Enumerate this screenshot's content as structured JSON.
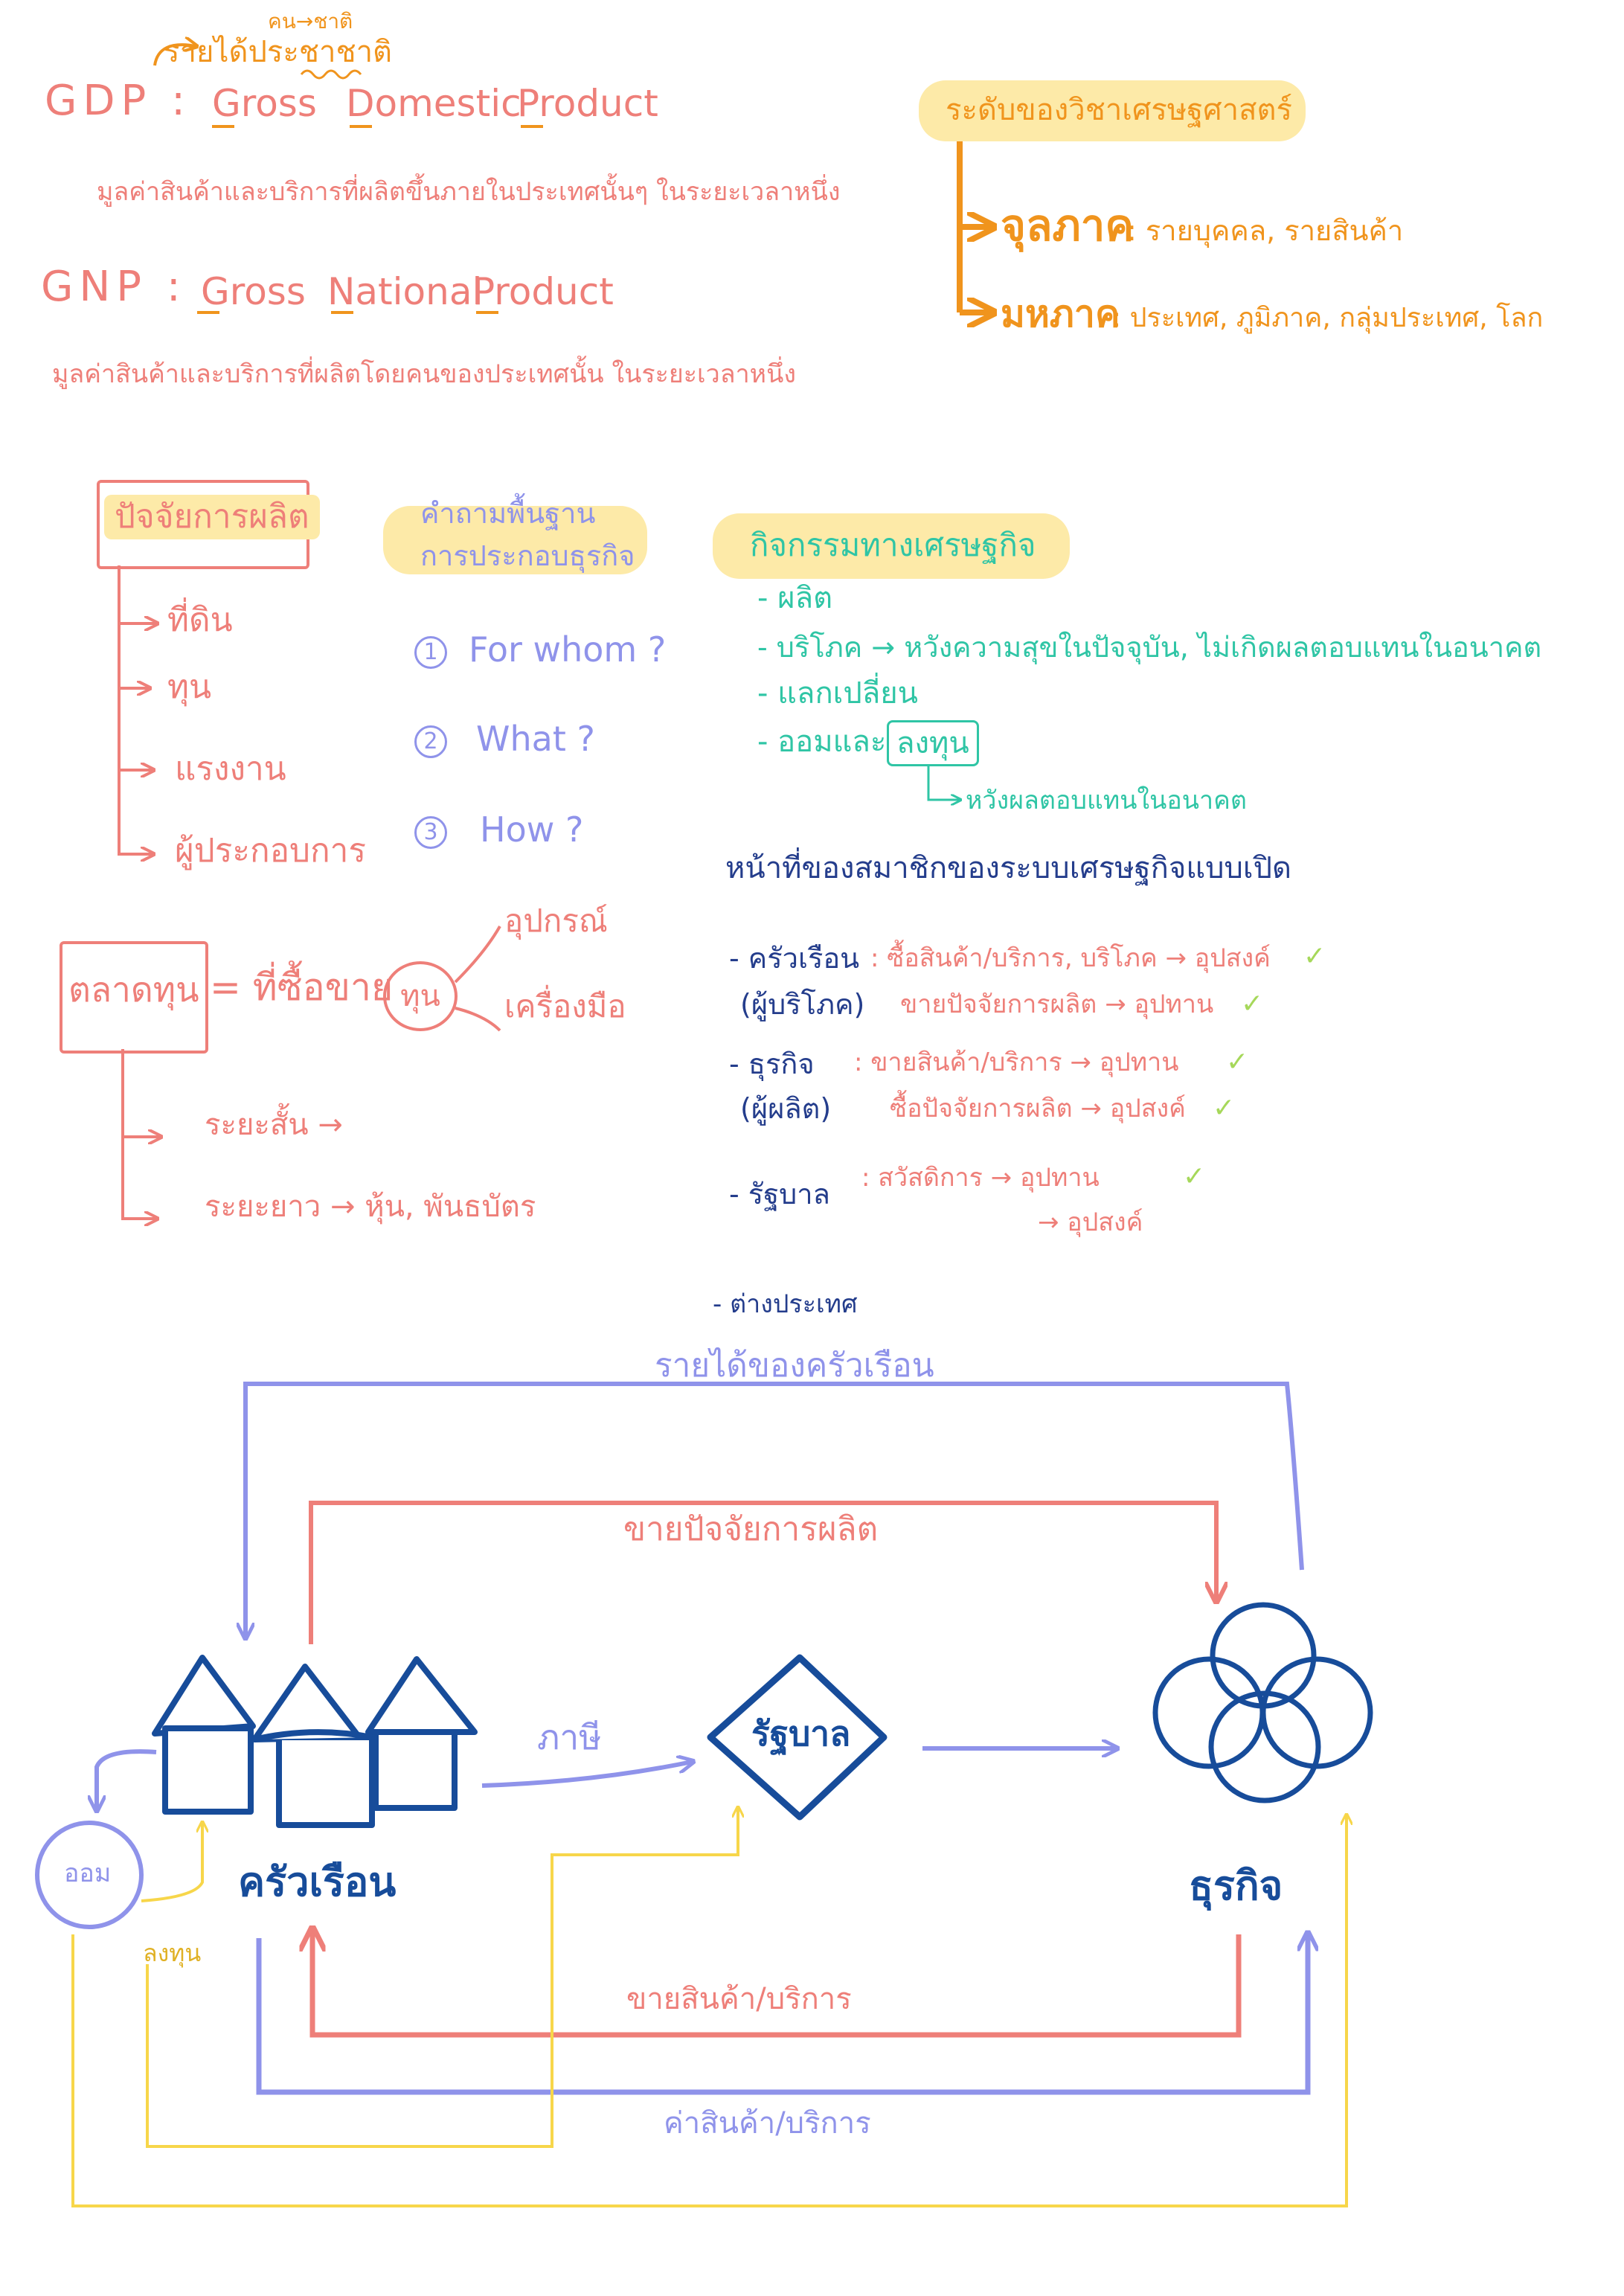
{
  "gdp": {
    "income_note": "รายได้ประชาชาติ",
    "note_top": "คน→ชาติ",
    "label": "GDP :",
    "words": [
      "Gross",
      "Domestic",
      "Product"
    ],
    "definition": "มูลค่าสินค้าและบริการที่ผลิตขึ้นภายในประเทศนั้นๆ ในระยะเวลาหนึ่ง"
  },
  "gnp": {
    "label": "GNP :",
    "words": [
      "Gross",
      "National",
      "Product"
    ],
    "definition": "มูลค่าสินค้าและบริการที่ผลิตโดยคนของประเทศนั้น ในระยะเวลาหนึ่ง"
  },
  "levels": {
    "title": "ระดับของวิชาเศรษฐศาสตร์",
    "micro_title": "จุลภาค",
    "micro_desc": ": รายบุคคล, รายสินค้า",
    "macro_title": "มหภาค",
    "macro_desc": ": ประเทศ, ภูมิภาค, กลุ่มประเทศ, โลก"
  },
  "factors": {
    "title": "ปัจจัยการผลิต",
    "items": [
      "ที่ดิน",
      "ทุน",
      "แรงงาน",
      "ผู้ประกอบการ"
    ]
  },
  "questions": {
    "title_line1": "คำถามพื้นฐาน",
    "title_line2": "การประกอบธุรกิจ",
    "items": [
      {
        "num": "1",
        "text": "For whom ?"
      },
      {
        "num": "2",
        "text": "What ?"
      },
      {
        "num": "3",
        "text": "How ?"
      }
    ]
  },
  "capital_market": {
    "title": "ตลาดทุน",
    "equals": "= ที่ซื้อขาย",
    "capital": "ทุน",
    "branch_1": "อุปกรณ์",
    "branch_2": "เครื่องมือ",
    "short_term": "ระยะสั้น →",
    "long_term": "ระยะยาว → หุ้น, พันธบัตร"
  },
  "activities": {
    "title": "กิจกรรมทางเศรษฐกิจ",
    "items": [
      "- ผลิต",
      "- บริโภค → หวังความสุขในปัจจุบัน, ไม่เกิดผลตอบแทนในอนาคต",
      "- แลกเปลี่ยน"
    ],
    "save_invest_prefix": "- ออมและ",
    "invest": "ลงทุน",
    "invest_note": "หวังผลตอบแทนในอนาคต"
  },
  "members": {
    "title": "หน้าที่ของสมาชิกของระบบเศรษฐกิจแบบเปิด",
    "household_1": "- ครัวเรือน",
    "household_2": "(ผู้บริโภค)",
    "household_role_1": ": ซื้อสินค้า/บริการ, บริโภค → อุปสงค์",
    "household_role_2": "ขายปัจจัยการผลิต → อุปทาน",
    "business_1": "- ธุรกิจ",
    "business_2": "(ผู้ผลิต)",
    "business_role_1": ": ขายสินค้า/บริการ → อุปทาน",
    "business_role_2": "ซื้อปัจจัยการผลิต → อุปสงค์",
    "gov": "- รัฐบาล",
    "gov_role_1": ": สวัสดิการ → อุปทาน",
    "gov_role_2": "→ อุปสงค์",
    "check": "✓",
    "foreign": "- ต่างประเทศ"
  },
  "diagram": {
    "household_income": "รายได้ของครัวเรือน",
    "sell_factors": "ขายปัจจัยการผลิต",
    "tax": "ภาษี",
    "government": "รัฐบาล",
    "households": "ครัวเรือน",
    "business": "ธุรกิจ",
    "save": "ออม",
    "invest": "ลงทุน",
    "sell_goods": "ขายสินค้า/บริการ",
    "goods_cost": "ค่าสินค้า/บริการ"
  },
  "colors": {
    "red": "#ee7f79",
    "orange": "#f0941d",
    "teal": "#2fc5a5",
    "navy": "#243d8c",
    "lavender": "#8f93ea",
    "yellow_line": "#f7d64a",
    "highlight": "#fdeaa8",
    "dark_blue": "#174c9a"
  }
}
